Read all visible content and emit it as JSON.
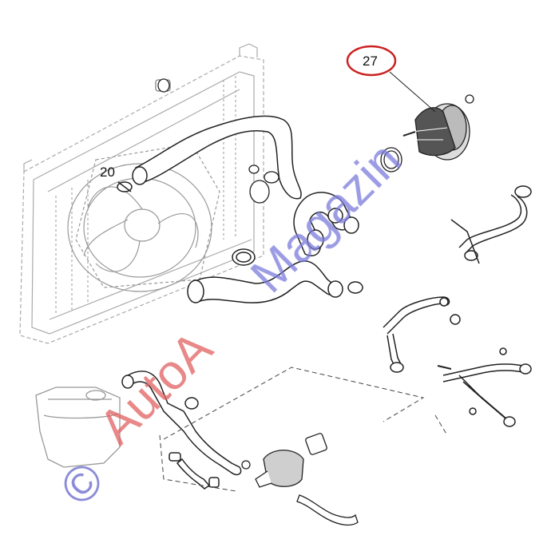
{
  "diagram": {
    "callouts": [
      {
        "id": "27",
        "label": "27",
        "highlighted": true,
        "highlight_color": "#cc2222"
      },
      {
        "id": "20",
        "label": "20",
        "highlighted": false
      }
    ],
    "watermark": {
      "symbol": "©",
      "text_red": "AutoA",
      "text_blue": "Magazin",
      "colors": {
        "symbol": "#6666cc",
        "red": "#e06060",
        "blue": "#7b7bdd"
      }
    },
    "line_color": "#222222"
  }
}
